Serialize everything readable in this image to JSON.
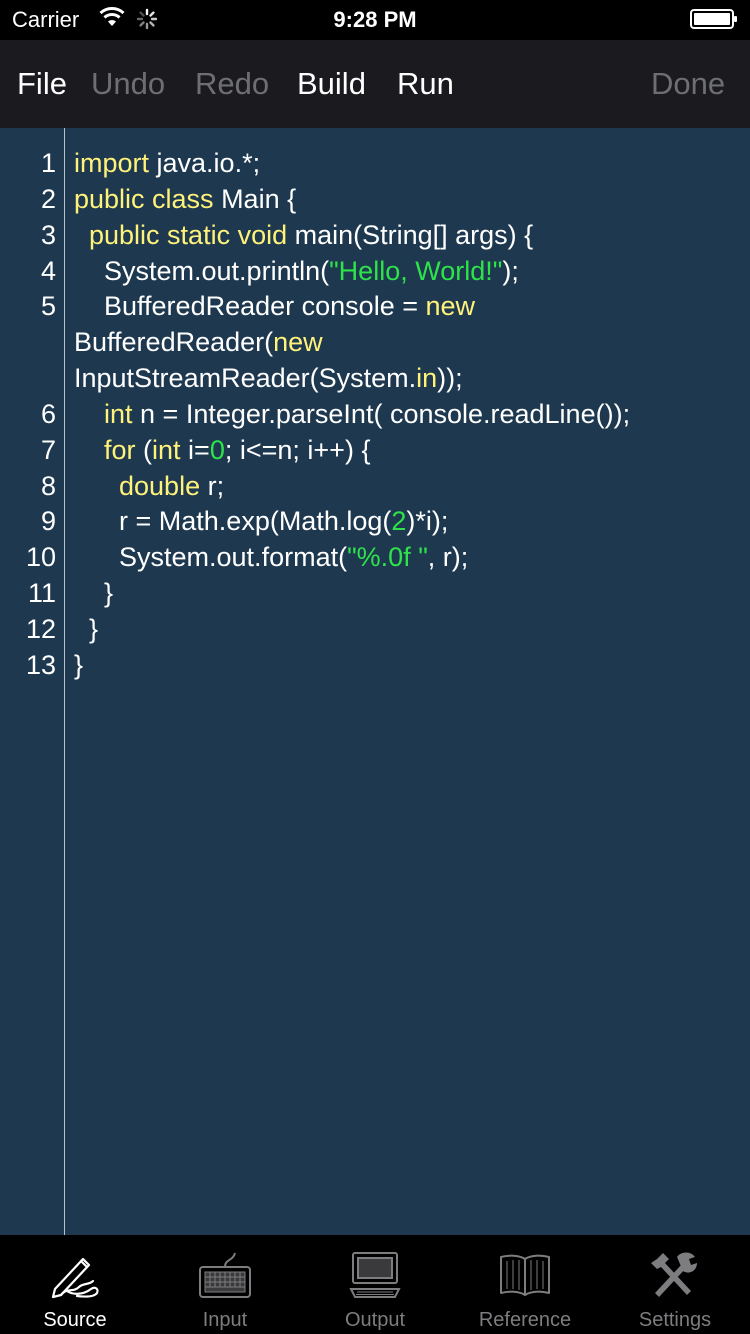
{
  "status_bar": {
    "carrier": "Carrier",
    "time": "9:28 PM",
    "icons": [
      "wifi-icon",
      "activity-spinner-icon",
      "battery-icon"
    ]
  },
  "toolbar": {
    "file": "File",
    "undo": "Undo",
    "redo": "Redo",
    "build": "Build",
    "run": "Run",
    "done": "Done"
  },
  "editor": {
    "line_numbers": [
      "1",
      "2",
      "3",
      "4",
      "5",
      "6",
      "7",
      "8",
      "9",
      "10",
      "11",
      "12",
      "13"
    ],
    "colors": {
      "keyword": "#fff27a",
      "string": "#2ee34a",
      "plain": "#ffffff",
      "background": "#1d384f"
    },
    "code": {
      "l1a": "import",
      "l1b": " java.io.*;",
      "l2a": "public class",
      "l2b": " Main {",
      "l3a": "  public static void",
      "l3b": " main(String[] args) {",
      "l4a": "    System.out.println(",
      "l4b": "\"Hello, World!\"",
      "l4c": ");",
      "l5a": "    BufferedReader console = ",
      "l5b": "new",
      "l5c": "BufferedReader(",
      "l5d": "new",
      "l5e": "InputStreamReader(System.",
      "l5f": "in",
      "l5g": "));",
      "l6a": "    int",
      "l6b": " n = Integer.parseInt( console.readLine());",
      "l7a": "    for",
      "l7b": " (",
      "l7c": "int",
      "l7d": " i=",
      "l7e": "0",
      "l7f": "; i<=n; i++) {",
      "l8a": "      double",
      "l8b": " r;",
      "l9a": "      r = Math.exp(Math.log(",
      "l9b": "2",
      "l9c": ")*i);",
      "l10a": "      System.out.format(",
      "l10b": "\"%.0f \"",
      "l10c": ", r);",
      "l11": "    }",
      "l12": "  }",
      "l13": "}"
    }
  },
  "tabs": [
    {
      "label": "Source",
      "icon": "pen-writing-icon",
      "active": true
    },
    {
      "label": "Input",
      "icon": "keyboard-icon",
      "active": false
    },
    {
      "label": "Output",
      "icon": "computer-icon",
      "active": false
    },
    {
      "label": "Reference",
      "icon": "open-book-icon",
      "active": false
    },
    {
      "label": "Settings",
      "icon": "tools-icon",
      "active": false
    }
  ]
}
